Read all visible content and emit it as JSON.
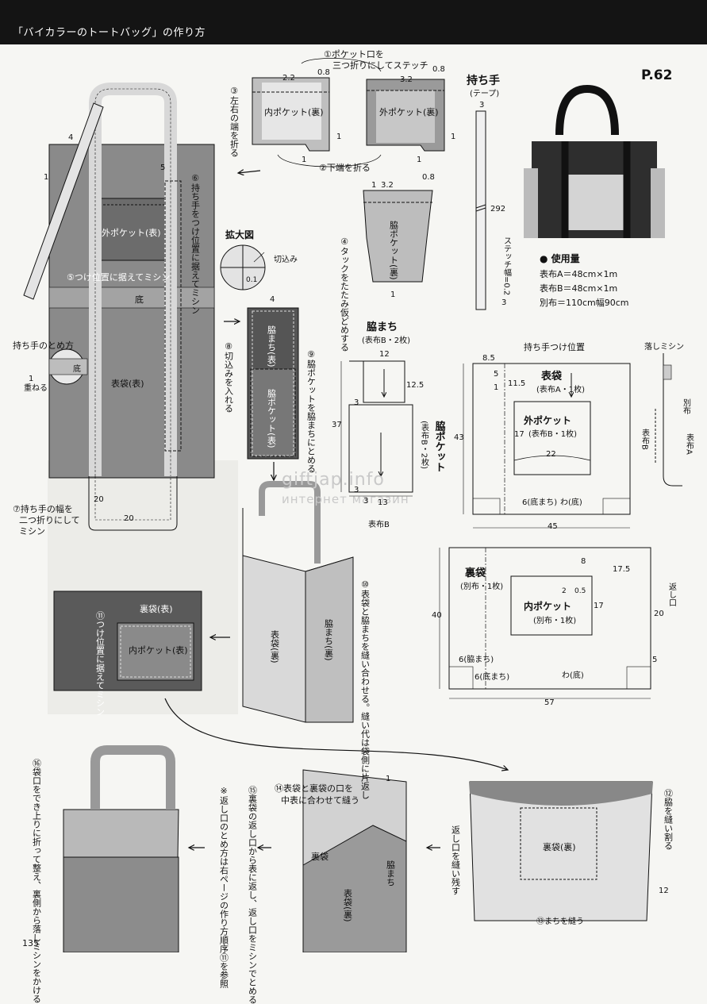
{
  "header": {
    "title": "「バイカラーのトートバッグ」の作り方"
  },
  "page": {
    "pattern_page": "P.62",
    "page_number": "135"
  },
  "watermark": {
    "site": "giftjap.info",
    "sub": "интернет магазин"
  },
  "steps": {
    "s1": "①ポケット口を",
    "s1b": "三つ折りにしてステッチ",
    "s2": "②下端を折る",
    "s3": "③左右の端を折る",
    "s4": "④タックをたたみ仮どめする",
    "s5": "⑤つけ位置に据えてミシン",
    "s6": "⑥持ち手をつけ位置に据えてミシン",
    "s7a": "⑦持ち手の幅を",
    "s7b": "二つ折りにして",
    "s7c": "ミシン",
    "s8": "⑧切込みを入れる",
    "s9": "⑨脇ポケットを脇まちにとめる",
    "s10": "⑩表袋と脇まちを縫い合わせる。縫い代は袋側に片返し",
    "s11": "⑪つけ位置に据えてミシン",
    "s12": "⑫脇を縫い割る",
    "s13": "⑬まちを縫う",
    "s14a": "⑭表袋と裏袋の口を",
    "s14b": "中表に合わせて縫う",
    "s15": "⑮裏袋の返し口から表に返し、返し口をミシンでとめる",
    "s15note": "※返し口のとめ方は右ページの作り方順序⑪を参照",
    "s16": "⑯袋口をでき上りに折って整え、裏側から落しミシンをかける",
    "henshi_nuinokosu": "返し口を縫い残す"
  },
  "labels": {
    "uchi_pocket_ura": "内ポケット(裏)",
    "soto_pocket_ura": "外ポケット(裏)",
    "waki_pocket_ura": "脇ポケット(裏)",
    "soto_pocket_omote": "外ポケット(表)",
    "omotebukuro_omote": "表袋(表)",
    "soko": "底",
    "mochite_tomekata": "持ち手のとめ方",
    "kasaneru": "重ねる",
    "kakudaizu": "拡大図",
    "kirikomi": "切込み",
    "wakimachi_omote": "脇まち(表)",
    "wakipocket_omote": "脇ポケット(表)",
    "uraburo_omote": "裏袋(表)",
    "uchi_pocket_omote": "内ポケット(表)",
    "omotebukuro_ura": "表袋(裏)",
    "wakimachi_ura": "脇まち(裏)",
    "uraburo_ura": "裏袋(裏)",
    "uraburo": "裏袋",
    "omotebukuro": "表袋",
    "wakimachi": "脇まち",
    "omotebukuro_ura2": "表袋(裏)"
  },
  "materials": {
    "handle_title": "持ち手",
    "handle_sub": "(テープ)",
    "handle_len": "292",
    "handle_w": "3",
    "stitch": "ステッチ幅=0.2",
    "stitch_n": "3",
    "usage_title": "● 使用量",
    "line1": "表布A＝48cm×1m",
    "line2": "表布B＝48cm×1m",
    "line3": "別布＝110cm幅90cm"
  },
  "patterns": {
    "wakimachi_title": "脇まち",
    "wakimachi_sub": "(表布B・2枚)",
    "wakipocket_title": "脇ポケット",
    "wakipocket_sub": "(表布B・2枚)",
    "omotebukuro_title": "表袋",
    "omotebukuro_sub": "(表布A・1枚)",
    "sotopocket_title": "外ポケット",
    "sotopocket_sub": "(表布B・1枚)",
    "urabukuro_title": "裏袋",
    "urabukuro_sub": "(別布・1枚)",
    "uchipocket_title": "内ポケット",
    "uchipocket_sub": "(別布・1枚)",
    "mochite_tsuke": "持ち手つけ位置",
    "otoshi_mishin": "落しミシン",
    "betsununo": "別布",
    "omotenuno_a": "表布A",
    "omotenuno_b": "表布B",
    "omotenuno_b_label": "表布B",
    "soko_label": "6(底まち)",
    "wa_soko": "わ(底)",
    "waki_label": "6(脇まち)",
    "henshiguchi": "返し口"
  },
  "dims": {
    "d22": "2.2",
    "d08": "0.8",
    "d32": "3.2",
    "d08b": "0.8",
    "d1a": "1",
    "d1b": "1",
    "d1c": "1",
    "d1d": "1",
    "d32c": "3.2",
    "d08c": "0.8",
    "d1e": "1",
    "d1f": "1",
    "d4": "4",
    "d1g": "1",
    "d5": "5",
    "d01": "0.1",
    "d20a": "20",
    "d20b": "20",
    "d1h": "1",
    "d4b": "4",
    "w12": "12",
    "w125": "12.5",
    "w3": "3",
    "w37": "37",
    "w3b": "3",
    "w13": "13",
    "w3c": "3",
    "o85": "8.5",
    "o5": "5",
    "o1": "1",
    "o115": "11.5",
    "o17": "17",
    "o22": "22",
    "o43": "43",
    "o45": "45",
    "u8": "8",
    "u175": "17.5",
    "u2": "2",
    "u05": "0.5",
    "u17": "17",
    "u20": "20",
    "u40": "40",
    "u5": "5",
    "u57": "57",
    "c1": "1",
    "c12": "12"
  },
  "colors": {
    "dark_fabric": "#3a3a3a",
    "mid_fabric": "#7d7d7d",
    "light_fabric": "#bdbdbd",
    "paper": "#f6f6f3"
  }
}
